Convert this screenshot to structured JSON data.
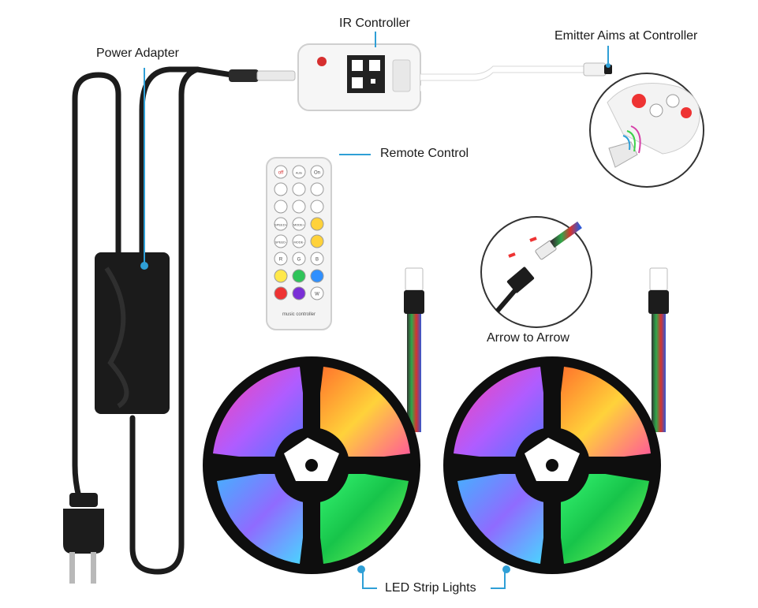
{
  "labels": {
    "ir_controller": "IR Controller",
    "power_adapter": "Power Adapter",
    "emitter": "Emitter Aims at Controller",
    "remote_control": "Remote Control",
    "arrow_to_arrow": "Arrow to Arrow",
    "led_strip": "LED Strip Lights"
  },
  "remote": {
    "buttons": [
      "off",
      "Auto",
      "On",
      "",
      "",
      "",
      "",
      "",
      "",
      "SPEED+",
      "MODE+",
      "",
      "SPEED-",
      "MODE-",
      "",
      "R",
      "G",
      "B",
      "",
      "",
      "",
      "",
      "",
      "W"
    ],
    "brand": "music controller"
  },
  "colors": {
    "accent": "#2f9fd6",
    "cable": "#1c1c1c",
    "white_cable": "#ffffff",
    "reel": "#0e0e0e"
  }
}
